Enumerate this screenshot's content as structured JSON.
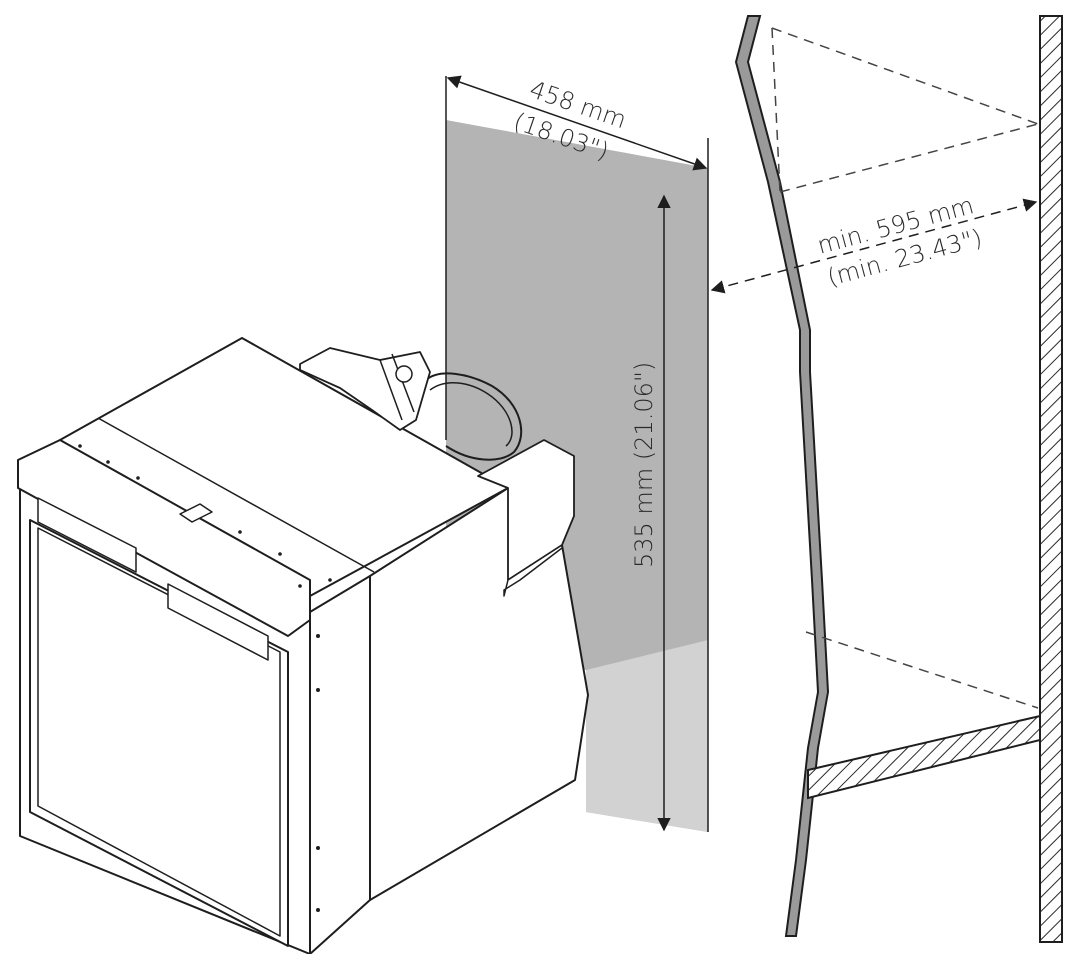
{
  "dimensions": {
    "width": {
      "metric": "458 mm",
      "imperial": "(18.03\")"
    },
    "height": {
      "label": "535 mm (21.06\")"
    },
    "clearance": {
      "metric": "min. 595 mm",
      "imperial": "(min. 23.43\")"
    }
  },
  "colors": {
    "line": "#1e1e1e",
    "panel_dark": "#b4b4b4",
    "panel_light": "#d2d2d2",
    "fridge_fill": "#ffffff",
    "wall_fill": "#9a9a9a"
  }
}
